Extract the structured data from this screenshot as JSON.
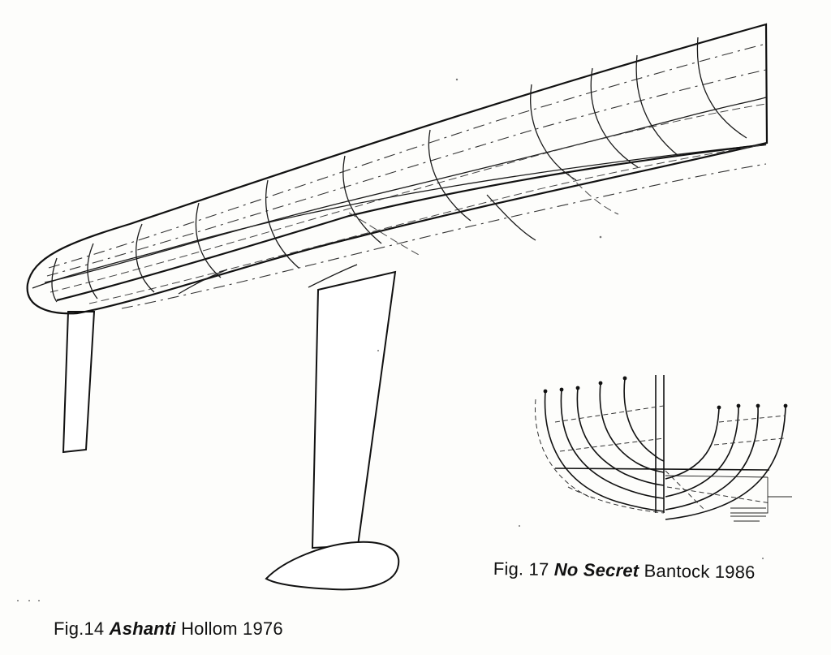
{
  "figures": [
    {
      "id": "fig14",
      "number": "Fig.14",
      "boat": "Ashanti",
      "designer_year": "Hollom 1976"
    },
    {
      "id": "fig17",
      "number": "Fig. 17",
      "boat": "No Secret",
      "designer_year": "Bantock 1986"
    }
  ]
}
